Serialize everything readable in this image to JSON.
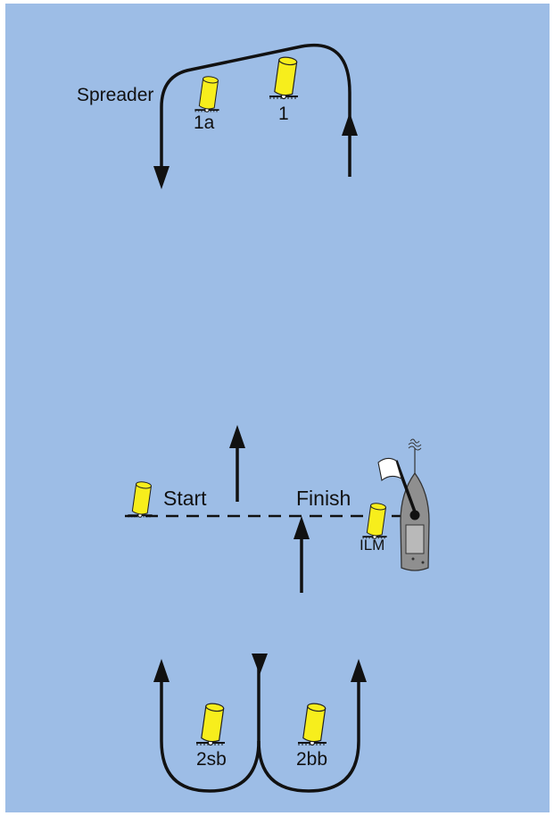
{
  "colors": {
    "water": "#9dbde6",
    "buoy": "#f7ee1c",
    "buoy_stroke": "#222222",
    "line": "#111111",
    "boat_hull": "#8f8f8f",
    "boat_cabin": "#b9b9b9"
  },
  "labels": {
    "spreader": "Spreader",
    "mark_1a": "1a",
    "mark_1": "1",
    "start": "Start",
    "finish": "Finish",
    "ilm": "ILM",
    "mark_2sb": "2sb",
    "mark_2bb": "2bb"
  },
  "icons": {
    "buoy": "cylinder-buoy-icon",
    "committee_boat": "committee-boat-icon",
    "flag": "flag-icon"
  }
}
